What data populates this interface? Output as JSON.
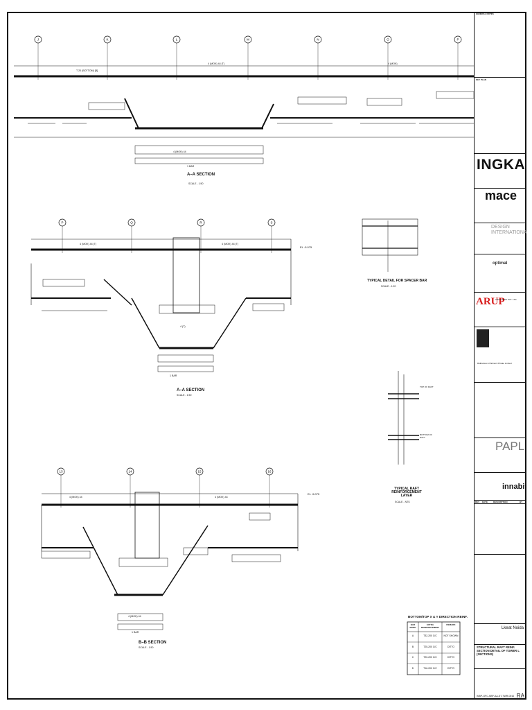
{
  "sections": {
    "s1": {
      "title": "A–A SECTION",
      "scale": "SCALE - 1:50"
    },
    "s2": {
      "title": "A–A SECTION",
      "scale": "SCALE - 1:50"
    },
    "s3": {
      "title": "B–B SECTION",
      "scale": "SCALE - 1:50"
    }
  },
  "grid_bubbles_1": [
    "J",
    "K",
    "L",
    "M",
    "N",
    "O",
    "P"
  ],
  "grid_bubbles_2": [
    "P",
    "Q",
    "R",
    "S"
  ],
  "grid_bubbles_3": [
    "13",
    "14",
    "15",
    "16"
  ],
  "detail_spacer": {
    "title": "TYPICAL DETAIL FOR SPACER BAR",
    "scale": "SCALE - 1:20"
  },
  "detail_raft": {
    "title": "TYPICAL RAFT REINFORCEMENT LAYER",
    "scale": "SCALE - NTS",
    "top_label": "TOP OF RAFT",
    "bot_label": "BOTTOM OF RAFT"
  },
  "level": {
    "value": "EL -5.075"
  },
  "reinf_table": {
    "title": "BOTTOM/TOP X & Y DIRECTION REINF.",
    "headers": [
      "BAR MARK",
      "EXTRA REINFORCEMENT",
      "REMARK"
    ],
    "rows": [
      [
        "A",
        "T32-200 C/C",
        "NOT SHOWN"
      ],
      [
        "B",
        "T25-200 C/C",
        "DITTO"
      ],
      [
        "C",
        "T20-200 C/C",
        "DITTO"
      ],
      [
        "D",
        "T16-200 C/C",
        "DITTO"
      ]
    ]
  },
  "titleblock": {
    "notes_label": "GENERAL NOTES",
    "keyplan_label": "KEY PLAN",
    "client_logo": "INGKA",
    "pmc_logo": "mace",
    "architect_logo": "DESIGN INTERNATIONAL",
    "mep_logo": "optimal",
    "structural_logo": "ARUP",
    "structural_name": "ARUP INDIA PVT. LTD.",
    "cad_name": "Ridiculous & Partners Private Limited",
    "papl_logo": "PAPL",
    "inna_logo": "innabit",
    "rev_headers": [
      "REV",
      "DATE",
      "DESCRIPTION",
      "BY"
    ],
    "project_name": "Lkeat Noida",
    "sheet_title": "STRUCTURAL RAFT REINF. SECTION DETAIL OF TOWER L (SECTIONS)",
    "drawing_no": "INBP-GFC-SBP-AA-ST-TWR-0010",
    "revision": "RA"
  }
}
